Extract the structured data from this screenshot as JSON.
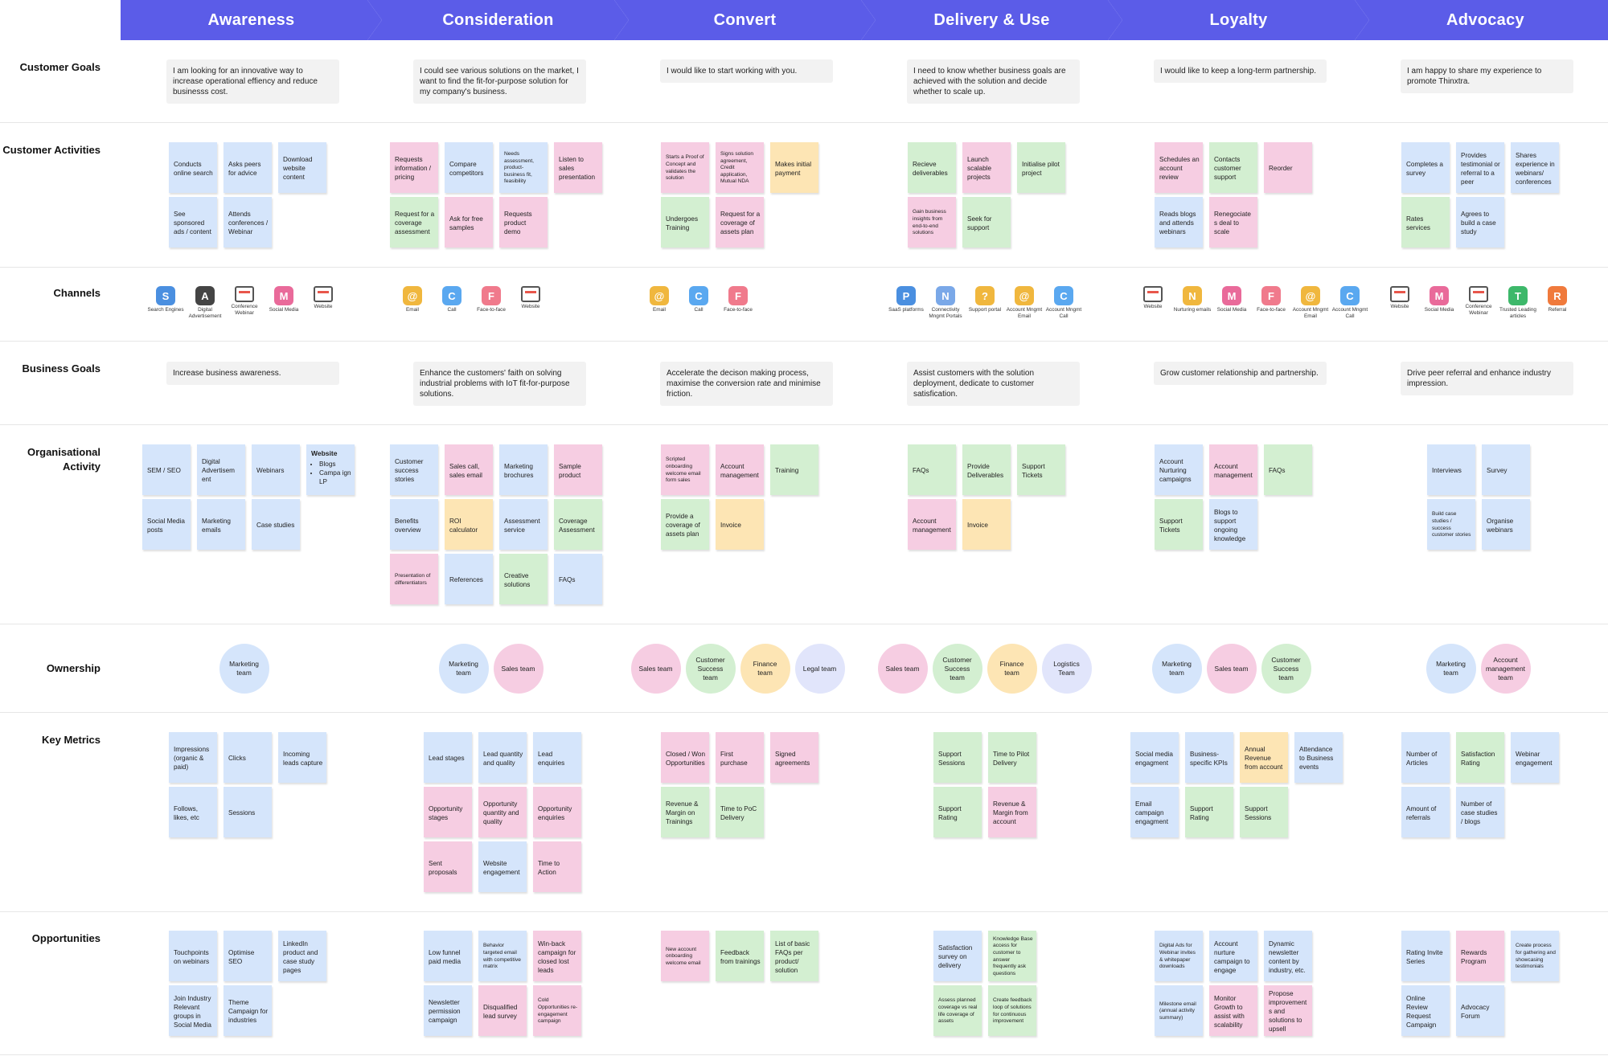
{
  "stages": [
    {
      "label": "Awareness",
      "color": "#5b5ce8"
    },
    {
      "label": "Consideration",
      "color": "#5b5ce8"
    },
    {
      "label": "Convert",
      "color": "#5b5ce8"
    },
    {
      "label": "Delivery & Use",
      "color": "#5b5ce8"
    },
    {
      "label": "Loyalty",
      "color": "#5b5ce8"
    },
    {
      "label": "Advocacy",
      "color": "#5b5ce8"
    }
  ],
  "row_labels": {
    "customer_goals": "Customer Goals",
    "customer_activities": "Customer Activities",
    "channels": "Channels",
    "business_goals": "Business Goals",
    "organisational_activity": "Organisational Activity",
    "ownership": "Ownership",
    "key_metrics": "Key Metrics",
    "opportunities": "Opportunities"
  },
  "customer_goals": [
    "I am looking for an innovative way to increase operational effiency and reduce businesss cost.",
    "I could see various solutions on the market, I want to find the fit-for-purpose solution for my company's business.",
    "I would like to start working with you.",
    "I need to know whether business goals are achieved with the solution and decide whether to scale up.",
    "I would like to keep a long-term partnership.",
    "I am happy to share my experience to promote Thinxtra."
  ],
  "business_goals": [
    "Increase business awareness.",
    "Enhance the customers' faith on solving industrial problems with IoT fit-for-purpose solutions.",
    "Accelerate the decison making process, maximise the conversion rate and minimise friction.",
    "Assist customers with the solution deployment, dedicate to customer satisfication.",
    "Grow customer relationship and partnership.",
    "Drive peer referral and enhance industry impression."
  ],
  "customer_activities": [
    [
      {
        "t": "Conducts online search",
        "c": "blue"
      },
      {
        "t": "Asks peers for advice",
        "c": "blue"
      },
      {
        "t": "Download website content",
        "c": "blue"
      },
      {
        "t": "See sponsored ads / content",
        "c": "blue"
      },
      {
        "t": "Attends conferences / Webinar",
        "c": "blue"
      }
    ],
    [
      {
        "t": "Requests information / pricing",
        "c": "pink"
      },
      {
        "t": "Compare competitors",
        "c": "blue"
      },
      {
        "t": "Needs assessment, product-business fit, feasibility",
        "c": "blue",
        "s": true
      },
      {
        "t": "Listen to sales presentation",
        "c": "pink"
      },
      {
        "t": "Request for a coverage assessment",
        "c": "green"
      },
      {
        "t": "Ask for free samples",
        "c": "pink"
      },
      {
        "t": "Requests product demo",
        "c": "pink"
      }
    ],
    [
      {
        "t": "Starts a Proof of Concept and validates the solution",
        "c": "pink",
        "s": true
      },
      {
        "t": "Signs solution agreement, Credit application, Mutual NDA",
        "c": "pink",
        "s": true
      },
      {
        "t": "Makes initial payment",
        "c": "yellow"
      },
      {
        "t": "Undergoes Training",
        "c": "green"
      },
      {
        "t": "Request for a coverage of assets plan",
        "c": "pink"
      }
    ],
    [
      {
        "t": "Recieve deliverables",
        "c": "green"
      },
      {
        "t": "Launch scalable projects",
        "c": "pink"
      },
      {
        "t": "Initialise pilot project",
        "c": "green"
      },
      {
        "t": "Gain business insights from end-to-end solutions",
        "c": "pink",
        "s": true
      },
      {
        "t": "Seek for support",
        "c": "green"
      }
    ],
    [
      {
        "t": "Schedules an account review",
        "c": "pink"
      },
      {
        "t": "Contacts customer support",
        "c": "green"
      },
      {
        "t": "Reorder",
        "c": "pink"
      },
      {
        "t": "Reads blogs and attends webinars",
        "c": "blue"
      },
      {
        "t": "Renegociates deal to scale",
        "c": "pink"
      }
    ],
    [
      {
        "t": "Completes a survey",
        "c": "blue"
      },
      {
        "t": "Provides testimonial or referral to a peer",
        "c": "blue"
      },
      {
        "t": "Shares experience in webinars/ conferences",
        "c": "blue"
      },
      {
        "t": "Rates services",
        "c": "green"
      },
      {
        "t": "Agrees to build a case study",
        "c": "blue"
      }
    ]
  ],
  "channels": [
    [
      {
        "t": "Search Engines",
        "i": "S",
        "col": "#4a8fe0"
      },
      {
        "t": "Digital Advertisement",
        "i": "A",
        "col": "#444"
      },
      {
        "t": "Conference Webinar",
        "i": "W",
        "col": "mon"
      },
      {
        "t": "Social Media",
        "i": "M",
        "col": "#e96a9a"
      },
      {
        "t": "Website",
        "i": "",
        "col": "mon"
      }
    ],
    [
      {
        "t": "Email",
        "i": "@",
        "col": "#f0b73e"
      },
      {
        "t": "Call",
        "i": "C",
        "col": "#5aa8f0"
      },
      {
        "t": "Face-to-face",
        "i": "F",
        "col": "#f07a8c"
      },
      {
        "t": "Website",
        "i": "",
        "col": "mon"
      }
    ],
    [
      {
        "t": "Email",
        "i": "@",
        "col": "#f0b73e"
      },
      {
        "t": "Call",
        "i": "C",
        "col": "#5aa8f0"
      },
      {
        "t": "Face-to-face",
        "i": "F",
        "col": "#f07a8c"
      }
    ],
    [
      {
        "t": "SaaS platforms",
        "i": "P",
        "col": "#4a8fe0"
      },
      {
        "t": "Connectivity Mngmt Portals",
        "i": "N",
        "col": "#7aa8e8"
      },
      {
        "t": "Support portal",
        "i": "?",
        "col": "#f0b73e"
      },
      {
        "t": "Account Mngmt Email",
        "i": "@",
        "col": "#f0b73e"
      },
      {
        "t": "Account Mngmt Call",
        "i": "C",
        "col": "#5aa8f0"
      }
    ],
    [
      {
        "t": "Website",
        "i": "",
        "col": "mon"
      },
      {
        "t": "Nurturing emails",
        "i": "N",
        "col": "#f0b73e"
      },
      {
        "t": "Social Media",
        "i": "M",
        "col": "#e96a9a"
      },
      {
        "t": "Face-to-face",
        "i": "F",
        "col": "#f07a8c"
      },
      {
        "t": "Account Mngmt Email",
        "i": "@",
        "col": "#f0b73e"
      },
      {
        "t": "Account Mngmt Call",
        "i": "C",
        "col": "#5aa8f0"
      }
    ],
    [
      {
        "t": "Website",
        "i": "",
        "col": "mon"
      },
      {
        "t": "Social Media",
        "i": "M",
        "col": "#e96a9a"
      },
      {
        "t": "Conference Webinar",
        "i": "W",
        "col": "mon"
      },
      {
        "t": "Trusted Leading articles",
        "i": "T",
        "col": "#3db86a"
      },
      {
        "t": "Referral",
        "i": "R",
        "col": "#f07a3c"
      }
    ]
  ],
  "org_activity": [
    [
      {
        "t": "SEM / SEO",
        "c": "blue"
      },
      {
        "t": "Digital Advertisem ent",
        "c": "blue"
      },
      {
        "t": "Webinars",
        "c": "blue"
      },
      {
        "t": "Website",
        "c": "blue",
        "web": [
          "Blogs",
          "Campa ign LP"
        ]
      },
      {
        "t": "Social Media posts",
        "c": "blue"
      },
      {
        "t": "Marketing emails",
        "c": "blue"
      },
      {
        "t": "Case studies",
        "c": "blue"
      }
    ],
    [
      {
        "t": "Customer success stories",
        "c": "blue"
      },
      {
        "t": "Sales call, sales email",
        "c": "pink"
      },
      {
        "t": "Marketing brochures",
        "c": "blue"
      },
      {
        "t": "Sample product",
        "c": "pink"
      },
      {
        "t": "Benefits overview",
        "c": "blue"
      },
      {
        "t": "ROI calculator",
        "c": "yellow"
      },
      {
        "t": "Assessment service",
        "c": "blue"
      },
      {
        "t": "Coverage Assessment",
        "c": "green"
      },
      {
        "t": "Presentation of differentiators",
        "c": "pink",
        "s": true
      },
      {
        "t": "References",
        "c": "blue"
      },
      {
        "t": "Creative solutions",
        "c": "green"
      },
      {
        "t": "FAQs",
        "c": "blue"
      }
    ],
    [
      {
        "t": "Scripted onboarding welcome email form sales",
        "c": "pink",
        "s": true
      },
      {
        "t": "Account management",
        "c": "pink"
      },
      {
        "t": "Training",
        "c": "green"
      },
      {
        "t": "Provide a coverage of assets plan",
        "c": "green"
      },
      {
        "t": "Invoice",
        "c": "yellow"
      }
    ],
    [
      {
        "t": "FAQs",
        "c": "green"
      },
      {
        "t": "Provide Deliverables",
        "c": "green"
      },
      {
        "t": "Support Tickets",
        "c": "green"
      },
      {
        "t": "Account management",
        "c": "pink"
      },
      {
        "t": "Invoice",
        "c": "yellow"
      }
    ],
    [
      {
        "t": "Account Nurturing campaigns",
        "c": "blue"
      },
      {
        "t": "Account management",
        "c": "pink"
      },
      {
        "t": "FAQs",
        "c": "green"
      },
      {
        "t": "Support Tickets",
        "c": "green"
      },
      {
        "t": "Blogs to support ongoing knowledge",
        "c": "blue"
      }
    ],
    [
      {
        "t": "Interviews",
        "c": "blue"
      },
      {
        "t": "Survey",
        "c": "blue"
      },
      {
        "t": "Build case studies / success customer stories",
        "c": "blue",
        "s": true
      },
      {
        "t": "Organise webinars",
        "c": "blue"
      }
    ]
  ],
  "ownership": [
    [
      {
        "t": "Marketing team",
        "c": "blue"
      }
    ],
    [
      {
        "t": "Marketing team",
        "c": "blue"
      },
      {
        "t": "Sales team",
        "c": "pink"
      }
    ],
    [
      {
        "t": "Sales team",
        "c": "pink"
      },
      {
        "t": "Customer Success team",
        "c": "green"
      },
      {
        "t": "Finance team",
        "c": "yellow"
      },
      {
        "t": "Legal team",
        "c": "lav"
      }
    ],
    [
      {
        "t": "Sales team",
        "c": "pink"
      },
      {
        "t": "Customer Success team",
        "c": "green"
      },
      {
        "t": "Finance team",
        "c": "yellow"
      },
      {
        "t": "Logistics Team",
        "c": "lav"
      }
    ],
    [
      {
        "t": "Marketing team",
        "c": "blue"
      },
      {
        "t": "Sales team",
        "c": "pink"
      },
      {
        "t": "Customer Success team",
        "c": "green"
      }
    ],
    [
      {
        "t": "Marketing team",
        "c": "blue"
      },
      {
        "t": "Account management team",
        "c": "pink"
      }
    ]
  ],
  "key_metrics": [
    [
      {
        "t": "Impressions (organic & paid)",
        "c": "blue"
      },
      {
        "t": "Clicks",
        "c": "blue"
      },
      {
        "t": "Incoming leads capture",
        "c": "blue"
      },
      {
        "t": "Follows, likes, etc",
        "c": "blue"
      },
      {
        "t": "Sessions",
        "c": "blue"
      }
    ],
    [
      {
        "t": "Lead stages",
        "c": "blue"
      },
      {
        "t": "Lead quantity and quality",
        "c": "blue"
      },
      {
        "t": "Lead enquiries",
        "c": "blue"
      },
      {
        "t": "Opportunity stages",
        "c": "pink"
      },
      {
        "t": "Opportunity quantity and quality",
        "c": "pink"
      },
      {
        "t": "Opportunity enquiries",
        "c": "pink"
      },
      {
        "t": "Sent proposals",
        "c": "pink"
      },
      {
        "t": "Website engagement",
        "c": "blue"
      },
      {
        "t": "Time to Action",
        "c": "pink"
      }
    ],
    [
      {
        "t": "Closed / Won Opportunities",
        "c": "pink"
      },
      {
        "t": "First purchase",
        "c": "pink"
      },
      {
        "t": "Signed agreements",
        "c": "pink"
      },
      {
        "t": "Revenue & Margin on Trainings",
        "c": "green"
      },
      {
        "t": "Time to PoC Delivery",
        "c": "green"
      }
    ],
    [
      {
        "t": "Support Sessions",
        "c": "green"
      },
      {
        "t": "Time to Pilot Delivery",
        "c": "green"
      },
      {
        "t": "Support Rating",
        "c": "green"
      },
      {
        "t": "Revenue & Margin from account",
        "c": "pink"
      }
    ],
    [
      {
        "t": "Social media engagment",
        "c": "blue"
      },
      {
        "t": "Business-specific KPIs",
        "c": "blue"
      },
      {
        "t": "Annual Revenue from account",
        "c": "yellow"
      },
      {
        "t": "Attendance to Business events",
        "c": "blue"
      },
      {
        "t": "Email campaign engagment",
        "c": "blue"
      },
      {
        "t": "Support Rating",
        "c": "green"
      },
      {
        "t": "Support Sessions",
        "c": "green"
      }
    ],
    [
      {
        "t": "Number of Articles",
        "c": "blue"
      },
      {
        "t": "Satisfaction Rating",
        "c": "green"
      },
      {
        "t": "Webinar engagement",
        "c": "blue"
      },
      {
        "t": "Amount of referrals",
        "c": "blue"
      },
      {
        "t": "Number of case studies / blogs",
        "c": "blue"
      }
    ]
  ],
  "opportunities": [
    [
      {
        "t": "Touchpoints on webinars",
        "c": "blue"
      },
      {
        "t": "Optimise SEO",
        "c": "blue"
      },
      {
        "t": "LinkedIn product and case study pages",
        "c": "blue"
      },
      {
        "t": "Join Industry Relevant groups in Social Media",
        "c": "blue"
      },
      {
        "t": "Theme Campaign for industries",
        "c": "blue"
      }
    ],
    [
      {
        "t": "Low funnel paid media",
        "c": "blue"
      },
      {
        "t": "Behavior targeted email with competitive matrix",
        "c": "blue",
        "s": true
      },
      {
        "t": "Win-back campaign for closed lost leads",
        "c": "pink"
      },
      {
        "t": "Newsletter permission campaign",
        "c": "blue"
      },
      {
        "t": "Disqualified lead survey",
        "c": "pink"
      },
      {
        "t": "Cold Opportunities re-engagement campaign",
        "c": "pink",
        "s": true
      }
    ],
    [
      {
        "t": "New account onboarding welcome email",
        "c": "pink",
        "s": true
      },
      {
        "t": "Feedback from trainings",
        "c": "green"
      },
      {
        "t": "List of basic FAQs per product/ solution",
        "c": "green"
      }
    ],
    [
      {
        "t": "Satisfaction survey on delivery",
        "c": "blue"
      },
      {
        "t": "Knowledge Base access for customer to answer frequently ask questions",
        "c": "green",
        "s": true
      },
      {
        "t": "Assess planned coverage vs real life coverage of assets",
        "c": "green",
        "s": true
      },
      {
        "t": "Create feedback loop of solutions for continuous improvement",
        "c": "green",
        "s": true
      }
    ],
    [
      {
        "t": "Digital Ads for Webinar invites & whitepaper downloads",
        "c": "blue",
        "s": true
      },
      {
        "t": "Account nurture campaign to engage",
        "c": "blue"
      },
      {
        "t": "Dynamic newsletter content by industry, etc.",
        "c": "blue"
      },
      {
        "t": "Milestone email (annual activity summary)",
        "c": "blue",
        "s": true
      },
      {
        "t": "Monitor Growth to assist with scalability",
        "c": "pink"
      },
      {
        "t": "Propose improvements and solutions to upsell",
        "c": "pink"
      }
    ],
    [
      {
        "t": "Rating Invite Series",
        "c": "blue"
      },
      {
        "t": "Rewards Program",
        "c": "pink"
      },
      {
        "t": "Create process for gathering and showcasing testimonials",
        "c": "blue",
        "s": true
      },
      {
        "t": "Online Review Request Campaign",
        "c": "blue"
      },
      {
        "t": "Advocacy Forum",
        "c": "blue"
      }
    ]
  ]
}
